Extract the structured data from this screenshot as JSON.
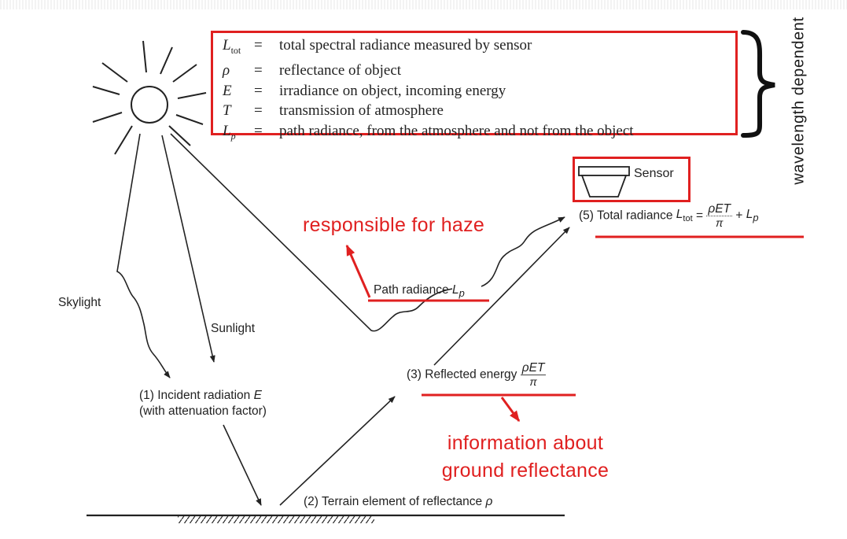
{
  "legend": {
    "rows": [
      {
        "symbol": "L",
        "sub": "tot",
        "eq": "=",
        "desc": "total spectral radiance measured by sensor"
      },
      {
        "symbol": "ρ",
        "sub": "",
        "eq": "=",
        "desc": "reflectance of object"
      },
      {
        "symbol": "E",
        "sub": "",
        "eq": "=",
        "desc": "irradiance on object, incoming energy"
      },
      {
        "symbol": "T",
        "sub": "",
        "eq": "=",
        "desc": "transmission of atmosphere"
      },
      {
        "symbol": "L",
        "sub": "p",
        "eq": "=",
        "desc": "path radiance, from the atmosphere and not from the object"
      }
    ],
    "brace_label": "wavelength dependent"
  },
  "sensor": {
    "label": "Sensor"
  },
  "labels": {
    "skylight": "Skylight",
    "sunlight": "Sunlight",
    "incident_line1": "(1) Incident radiation",
    "incident_var": "E",
    "incident_line2": "(with attenuation factor)",
    "terrain": "(2) Terrain element of reflectance",
    "terrain_var": "ρ",
    "reflected": "(3) Reflected energy",
    "reflected_num": "ρET",
    "reflected_den": "π",
    "path_radiance": "Path radiance",
    "path_var_main": "L",
    "path_var_sub": "p",
    "total_radiance": "(5) Total radiance",
    "total_var_main": "L",
    "total_var_sub": "tot",
    "total_eq": "=",
    "total_num": "ρET",
    "total_den": "π",
    "total_plus": "+",
    "total_lp_main": "L",
    "total_lp_sub": "p"
  },
  "annotations": {
    "haze": "responsible for haze",
    "info_line1": "information about",
    "info_line2": "ground reflectance"
  },
  "colors": {
    "annotation": "#e02020",
    "line": "#222222"
  }
}
